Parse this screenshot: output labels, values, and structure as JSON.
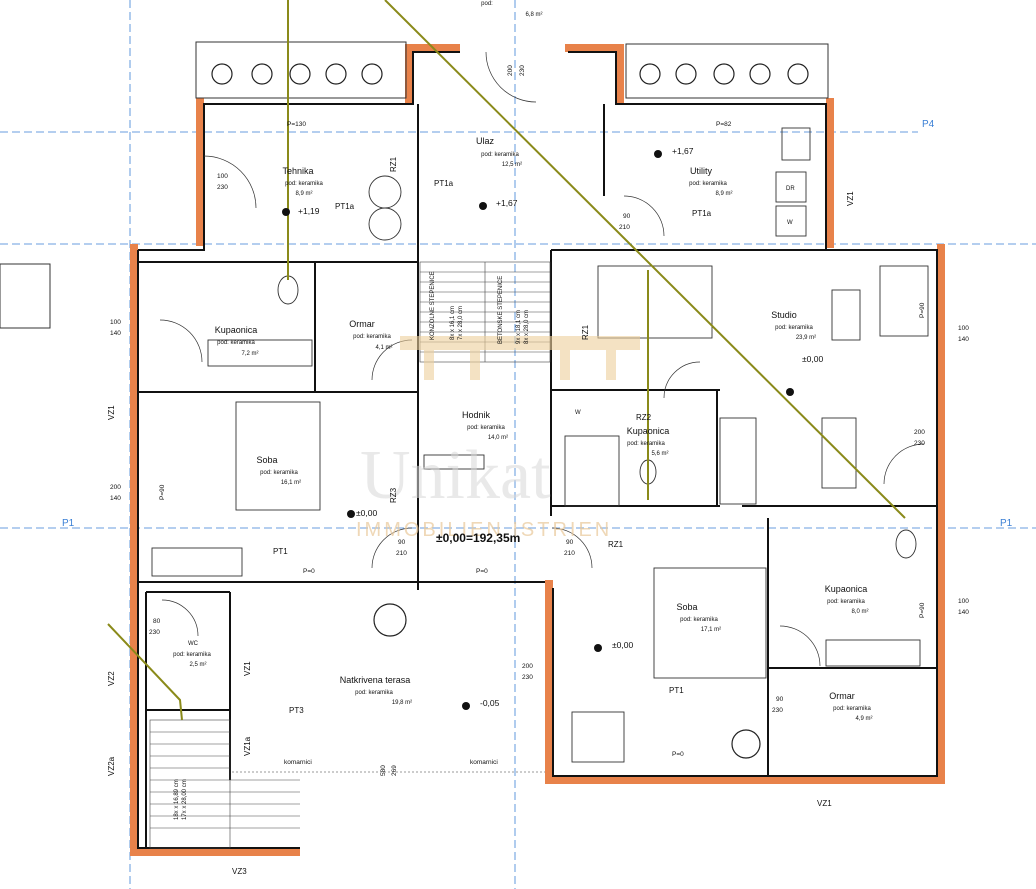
{
  "rooms": [
    {
      "id": "tehnika",
      "name": "Tehnika",
      "floor": "pod: keramika",
      "area": "8,9 m²"
    },
    {
      "id": "ulaz",
      "name": "Ulaz",
      "floor": "pod: keramika",
      "area": "12,5 m²"
    },
    {
      "id": "utility",
      "name": "Utility",
      "floor": "pod: keramika",
      "area": "8,9 m²"
    },
    {
      "id": "kupaonica1",
      "name": "Kupaonica",
      "floor": "pod: keramika",
      "area": "7,2 m²"
    },
    {
      "id": "ormar1",
      "name": "Ormar",
      "floor": "pod: keramika",
      "area": "4,1 m²"
    },
    {
      "id": "studio",
      "name": "Studio",
      "floor": "pod: keramika",
      "area": "23,9 m²"
    },
    {
      "id": "hodnik",
      "name": "Hodnik",
      "floor": "pod: keramika",
      "area": "14,0 m²"
    },
    {
      "id": "kupaonica2",
      "name": "Kupaonica",
      "floor": "pod: keramika",
      "area": "5,6 m²"
    },
    {
      "id": "soba1",
      "name": "Soba",
      "floor": "pod: keramika",
      "area": "16,1 m²"
    },
    {
      "id": "wc",
      "name": "WC",
      "floor": "pod: keramika",
      "area": "2,5 m²"
    },
    {
      "id": "terasa",
      "name": "Natkrivena terasa",
      "floor": "pod: keramika",
      "area": "19,8 m²"
    },
    {
      "id": "soba2",
      "name": "Soba",
      "floor": "pod: keramika",
      "area": "17,1 m²"
    },
    {
      "id": "kupaonica3",
      "name": "Kupaonica",
      "floor": "pod: keramika",
      "area": "8,0 m²"
    },
    {
      "id": "ormar2",
      "name": "Ormar",
      "floor": "pod: keramika",
      "area": "4,9 m²"
    }
  ],
  "top_room": {
    "floor": "pod:",
    "area": "6,8 m²"
  },
  "main_level": "±0,00=192,35m",
  "levels": [
    "+1,19",
    "+1,67",
    "+1,67",
    "±0,00",
    "±0,00",
    "±0,00",
    "-0,05"
  ],
  "grid_labels": {
    "p4": "P4",
    "p1_left": "P1",
    "p1_right": "P1"
  },
  "tags": {
    "pt1a_1": "PT1a",
    "pt1a_2": "PT1a",
    "pt1a_3": "PT1a",
    "pt1_1": "PT1",
    "pt1_2": "PT1",
    "pt3": "PT3",
    "rz1_1": "RZ1",
    "rz1_2": "RZ1",
    "rz1_3": "RZ1",
    "rz2": "RZ2",
    "rz3": "RZ3",
    "vz1_1": "VZ1",
    "vz1_2": "VZ1",
    "vz1_3": "VZ1",
    "vz1_4": "VZ1",
    "vz1a": "VZ1a",
    "vz2": "VZ2",
    "vz2a": "VZ2a",
    "vz3": "VZ3"
  },
  "dims": {
    "p130": "P=130",
    "p82": "P=82",
    "d100": "100",
    "d230": "230",
    "d90": "90",
    "d210": "210",
    "d200": "200",
    "d140": "140",
    "d80": "80",
    "p90": "P=90",
    "p0": "P=0",
    "d580": "580",
    "d269": "269"
  },
  "stairs": {
    "konzolne": "KONZOLNE STEPENICE",
    "konzolne_dim": "8x x 16,1 cm",
    "konzolne_dim2": "7x x 28,0 cm",
    "betonske": "BETONSKE STEPENICE",
    "betonske_dim": "9x x 18,1 cm",
    "betonske_dim2": "8x x 28,0 cm",
    "lower_dim": "18x x 16,89 cm",
    "lower_dim2": "17x x 28,00 cm"
  },
  "labels": {
    "komarnici": "komarnici",
    "dr": "DR",
    "w": "W"
  },
  "watermark": {
    "main": "Unikat",
    "sub": "IMMOBILIEN ISTRIEN"
  }
}
